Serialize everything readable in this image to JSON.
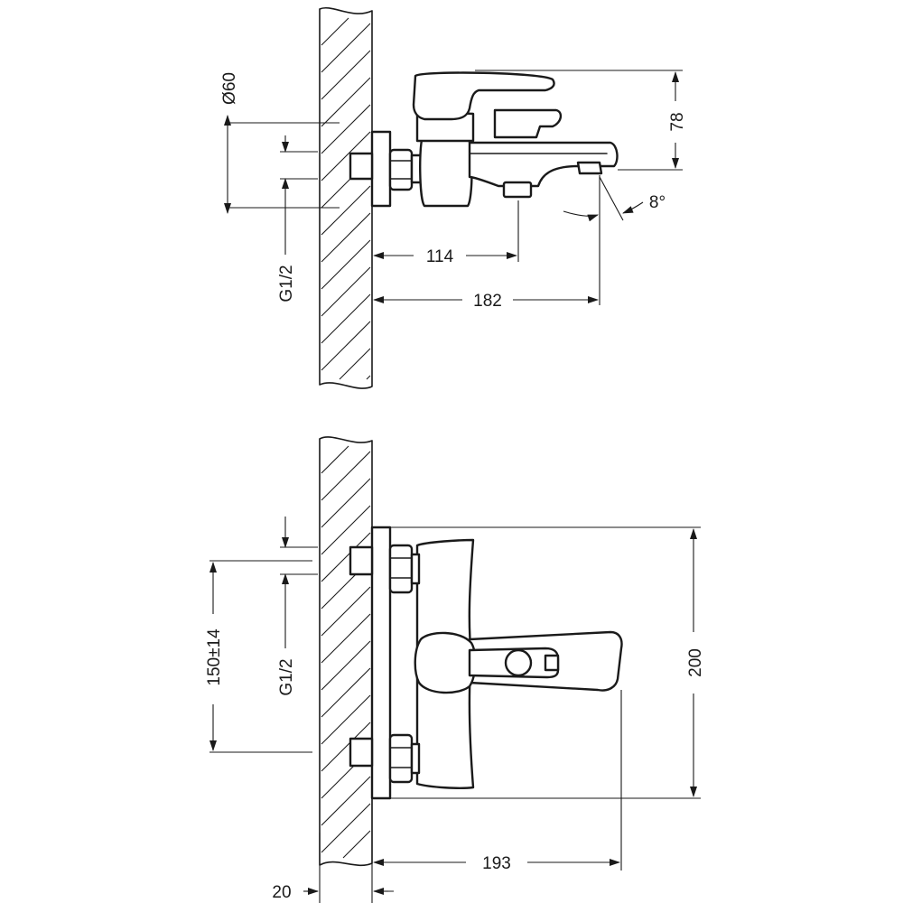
{
  "top_view": {
    "dims": {
      "diameter": "Ø60",
      "thread": "G1/2",
      "spout_reach_outlet": "114",
      "spout_reach_total": "182",
      "height": "78",
      "angle": "8°"
    }
  },
  "front_view": {
    "dims": {
      "center_distance": "150±14",
      "thread": "G1/2",
      "height": "200",
      "depth": "193",
      "wall": "20"
    }
  }
}
